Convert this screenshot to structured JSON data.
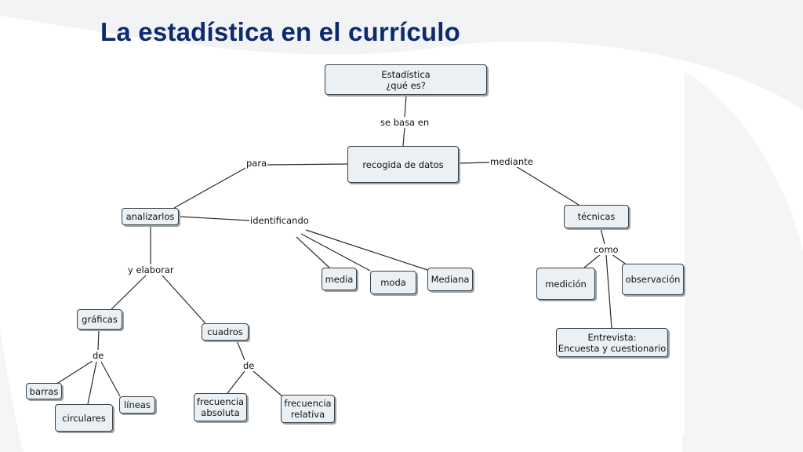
{
  "slide": {
    "title": "La estadística en el currículo"
  },
  "diagram": {
    "nodes": {
      "estadistica": "Estadística\n¿qué es?",
      "recogida": "recogida de datos",
      "analizarlos": "analizarlos",
      "tecnicas": "técnicas",
      "graficas": "gráficas",
      "cuadros": "cuadros",
      "media": "media",
      "moda": "moda",
      "mediana": "Mediana",
      "medicion": "medición",
      "observacion": "observación",
      "entrevista": "Entrevista:\nEncuesta y cuestionario",
      "barras": "barras",
      "circulares": "circulares",
      "lineas": "líneas",
      "frec_absoluta": "frecuencia\nabsoluta",
      "frec_relativa": "frecuencia\nrelativa"
    },
    "links": {
      "se_basa_en": "se basa en",
      "para": "para",
      "mediante": "mediante",
      "identificando": "identificando",
      "y_elaborar": "y elaborar",
      "como": "como",
      "de_graficas": "de",
      "de_cuadros": "de"
    }
  }
}
